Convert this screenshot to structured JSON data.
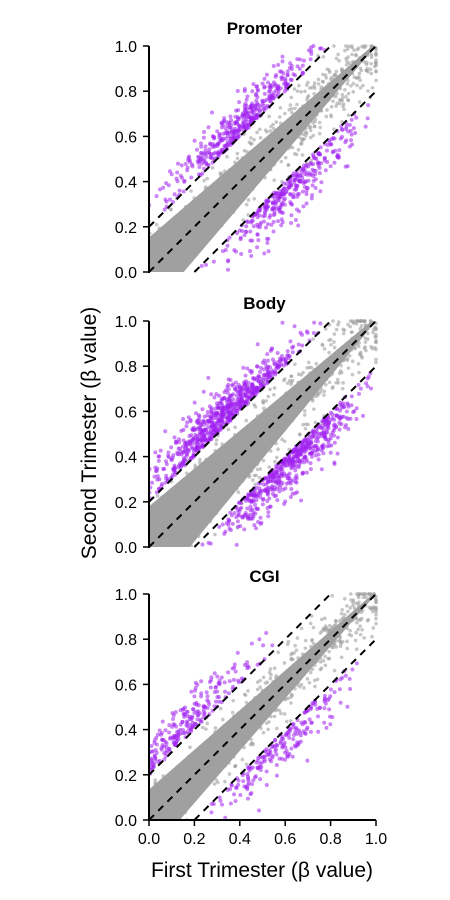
{
  "figure": {
    "xlabel": "First Trimester (β value)",
    "ylabel": "Second Trimester (β value)"
  },
  "colors": {
    "within_threshold": "#a0a0a0",
    "beyond_threshold": "#a020f0"
  },
  "chart_data": [
    {
      "type": "scatter",
      "title": "Promoter",
      "xlim": [
        0,
        1
      ],
      "ylim": [
        0,
        1
      ],
      "yticks": [
        "0.0",
        "0.2",
        "0.4",
        "0.6",
        "0.8",
        "1.0"
      ],
      "reference_lines": [
        {
          "intercept": 0.2,
          "slope": 1
        },
        {
          "intercept": 0.0,
          "slope": 1
        },
        {
          "intercept": -0.2,
          "slope": 1
        }
      ],
      "density": {
        "spread": 0.085,
        "purple_upper_center": 0.52,
        "purple_lower_center": 0.5,
        "purple_amount": "medium"
      }
    },
    {
      "type": "scatter",
      "title": "Body",
      "xlim": [
        0,
        1
      ],
      "ylim": [
        0,
        1
      ],
      "yticks": [
        "0.0",
        "0.2",
        "0.4",
        "0.6",
        "0.8",
        "1.0"
      ],
      "reference_lines": [
        {
          "intercept": 0.2,
          "slope": 1
        },
        {
          "intercept": 0.0,
          "slope": 1
        },
        {
          "intercept": -0.2,
          "slope": 1
        }
      ],
      "density": {
        "spread": 0.1,
        "purple_upper_center": 0.45,
        "purple_lower_center": 0.5,
        "purple_amount": "high"
      }
    },
    {
      "type": "scatter",
      "title": "CGI",
      "xlim": [
        0,
        1
      ],
      "ylim": [
        0,
        1
      ],
      "xticks": [
        "0.0",
        "0.2",
        "0.4",
        "0.6",
        "0.8",
        "1.0"
      ],
      "yticks": [
        "0.0",
        "0.2",
        "0.4",
        "0.6",
        "0.8",
        "1.0"
      ],
      "reference_lines": [
        {
          "intercept": 0.2,
          "slope": 1
        },
        {
          "intercept": 0.0,
          "slope": 1
        },
        {
          "intercept": -0.2,
          "slope": 1
        }
      ],
      "density": {
        "spread": 0.075,
        "purple_upper_center": 0.3,
        "purple_lower_center": 0.45,
        "purple_amount": "low"
      }
    }
  ]
}
